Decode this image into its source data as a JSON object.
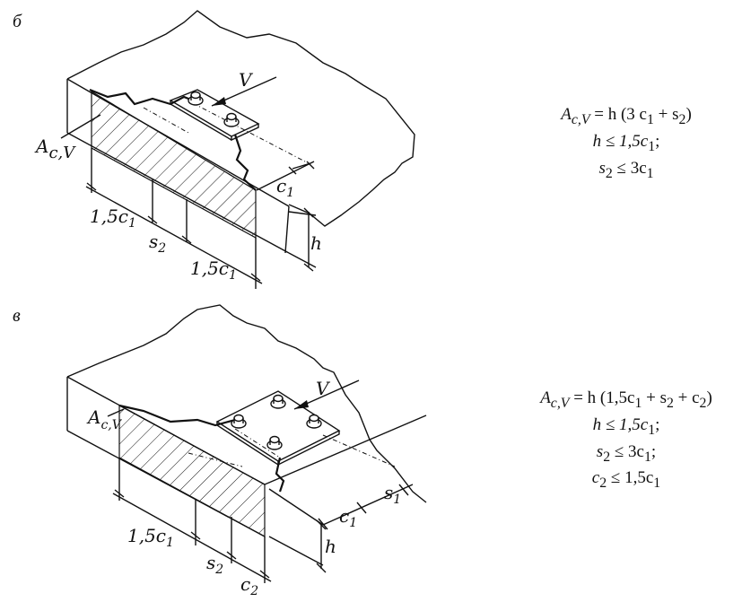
{
  "panels": [
    {
      "letter": "б",
      "labels": {
        "area": "A",
        "area_sub": "c,V",
        "force": "V",
        "c1": "c",
        "c1_sub": "1",
        "d1": "1,5c",
        "d1_sub": "1",
        "s2": "s",
        "s2_sub": "2",
        "d2": "1,5c",
        "d2_sub": "1",
        "h": "h"
      },
      "formulas": [
        "A",
        "c,V",
        " = h (3 c",
        "1",
        " + s",
        "2",
        ")",
        "h ≤ 1,5c",
        "1",
        ";",
        "s",
        "2",
        " ≤ 3c",
        "1"
      ]
    },
    {
      "letter": "в",
      "labels": {
        "area": "A",
        "area_sub": "c,V",
        "force": "V",
        "s1": "s",
        "s1_sub": "1",
        "c1": "c",
        "c1_sub": "1",
        "d1": "1,5c",
        "d1_sub": "1",
        "s2": "s",
        "s2_sub": "2",
        "c2": "c",
        "c2_sub": "2",
        "h": "h"
      },
      "formulas": [
        "A",
        "c,V",
        " = h (1,5c",
        "1",
        " + s",
        "2",
        " + c",
        "2",
        ")",
        "h ≤ 1,5c",
        "1",
        ";",
        "s",
        "2",
        " ≤ 3c",
        "1",
        ";",
        "c",
        "2",
        " ≤ 1,5c",
        "1"
      ]
    }
  ]
}
